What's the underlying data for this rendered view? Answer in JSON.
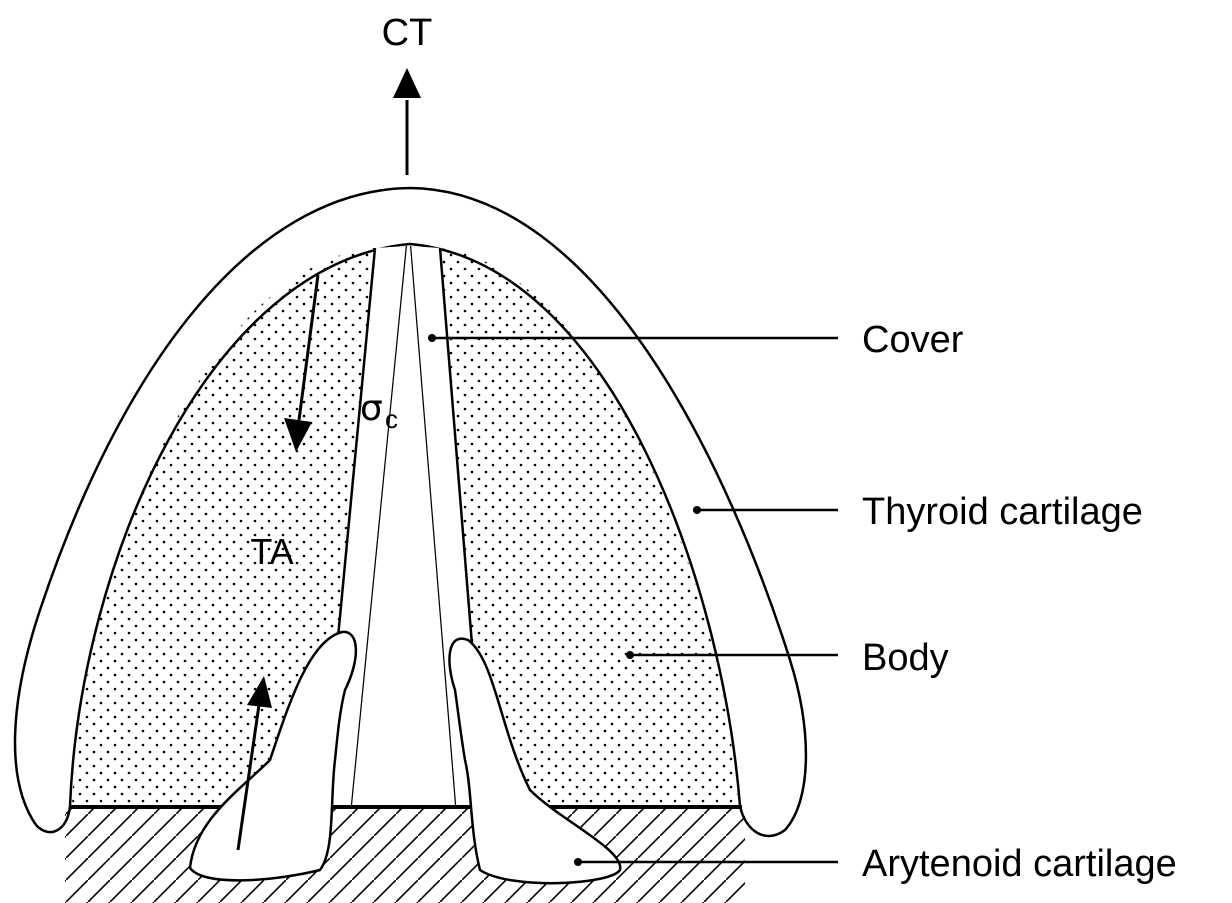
{
  "labels": {
    "ct": "CT",
    "cover": "Cover",
    "thyroid_cartilage": "Thyroid cartilage",
    "body": "Body",
    "arytenoid_cartilage": "Arytenoid cartilage",
    "ta": "TA",
    "sigma": "σ",
    "sigma_sub": "c"
  },
  "colors": {
    "ink": "#000000",
    "background": "#ffffff"
  }
}
